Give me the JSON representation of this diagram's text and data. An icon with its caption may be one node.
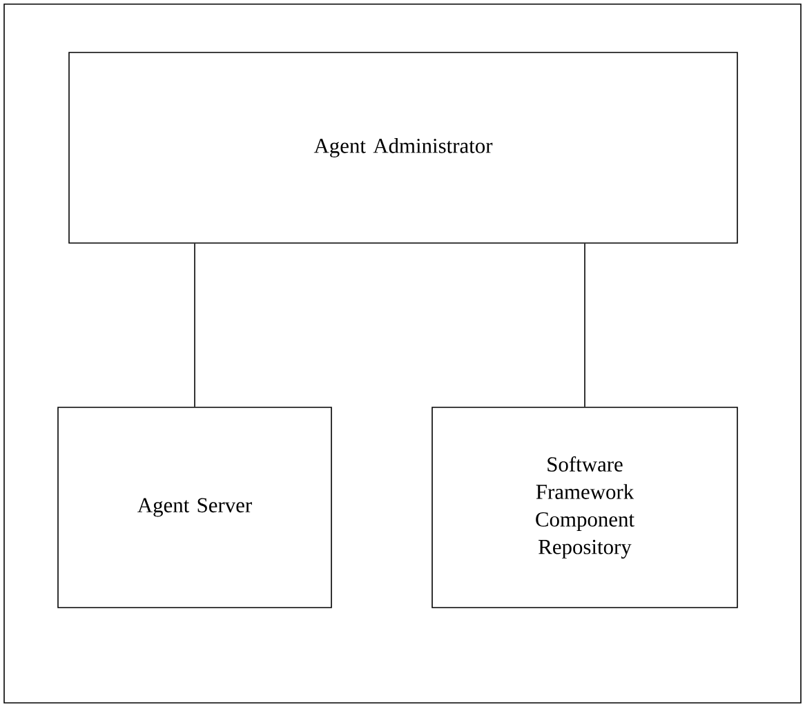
{
  "diagram": {
    "nodes": [
      {
        "text": [
          "Agent Administrator"
        ]
      },
      {
        "text": [
          "Agent Server"
        ]
      },
      {
        "text": [
          "Software Framework Component Repository"
        ]
      }
    ],
    "edges": [
      {
        "from": 0,
        "to": 1,
        "arrow": "none"
      },
      {
        "from": 0,
        "to": 2,
        "arrow": "none"
      }
    ]
  }
}
